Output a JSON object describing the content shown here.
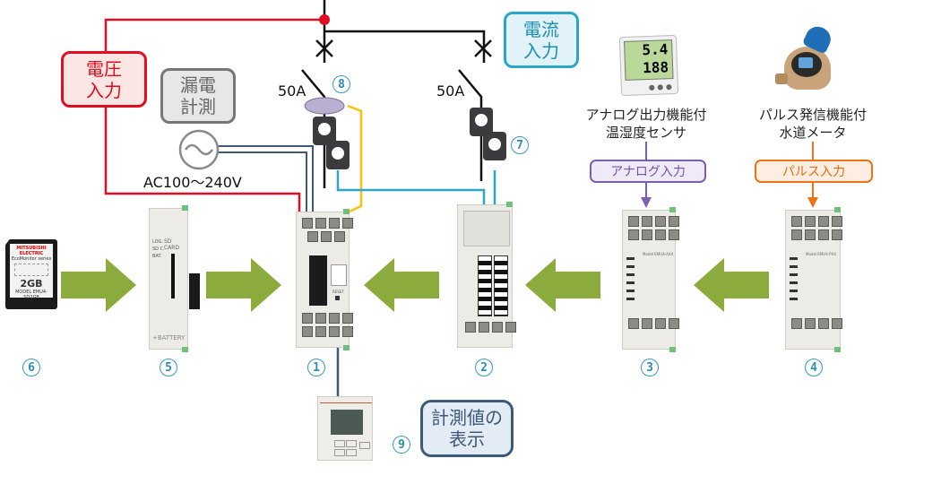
{
  "diagram": {
    "title_tags": {
      "voltage_input": "電圧\n入力",
      "leak_measure": "漏電\n計測",
      "current_input": "電流\n入力",
      "display_values": "計測値の\n表示"
    },
    "input_pills": {
      "analog": "アナログ入力",
      "pulse": "パルス入力"
    },
    "captions": {
      "analog_sensor": "アナログ出力機能付\n温湿度センサ",
      "water_meter": "パルス発信機能付\n水道メータ"
    },
    "labels": {
      "breaker_left": "50A",
      "breaker_right": "50A",
      "power_supply": "AC100〜240V"
    },
    "sd_card": {
      "brand": "MITSUBISHI ELECTRIC",
      "series": "EcoMonitor series",
      "capacity": "2GB",
      "model": "MODEL EMU4-SD2GB"
    },
    "sd_module": {
      "slot_label": "SD CARD",
      "leds": [
        "LOG.",
        "SD C.",
        "BAT."
      ],
      "battery_label": "+BATTERY"
    },
    "sensor_display": {
      "line1": "5.4",
      "line2": "188"
    },
    "modules": {
      "analog_model": "Model EMU4-AX4",
      "pulse_model": "Model EMU4-PX4",
      "main_reset": "RESET"
    },
    "numbers": {
      "n1": "1",
      "n2": "2",
      "n3": "3",
      "n4": "4",
      "n5": "5",
      "n6": "6",
      "n7": "7",
      "n8": "8",
      "n9": "9"
    },
    "colors": {
      "voltage_wire": "#e10d22",
      "current_wire": "#2aa6c9",
      "leak_wire": "#f6c20e",
      "supply_wire": "#3c5a78",
      "flow_arrow": "#8bab3c",
      "analog": "#7b5fb0",
      "pulse": "#ee7218"
    }
  }
}
